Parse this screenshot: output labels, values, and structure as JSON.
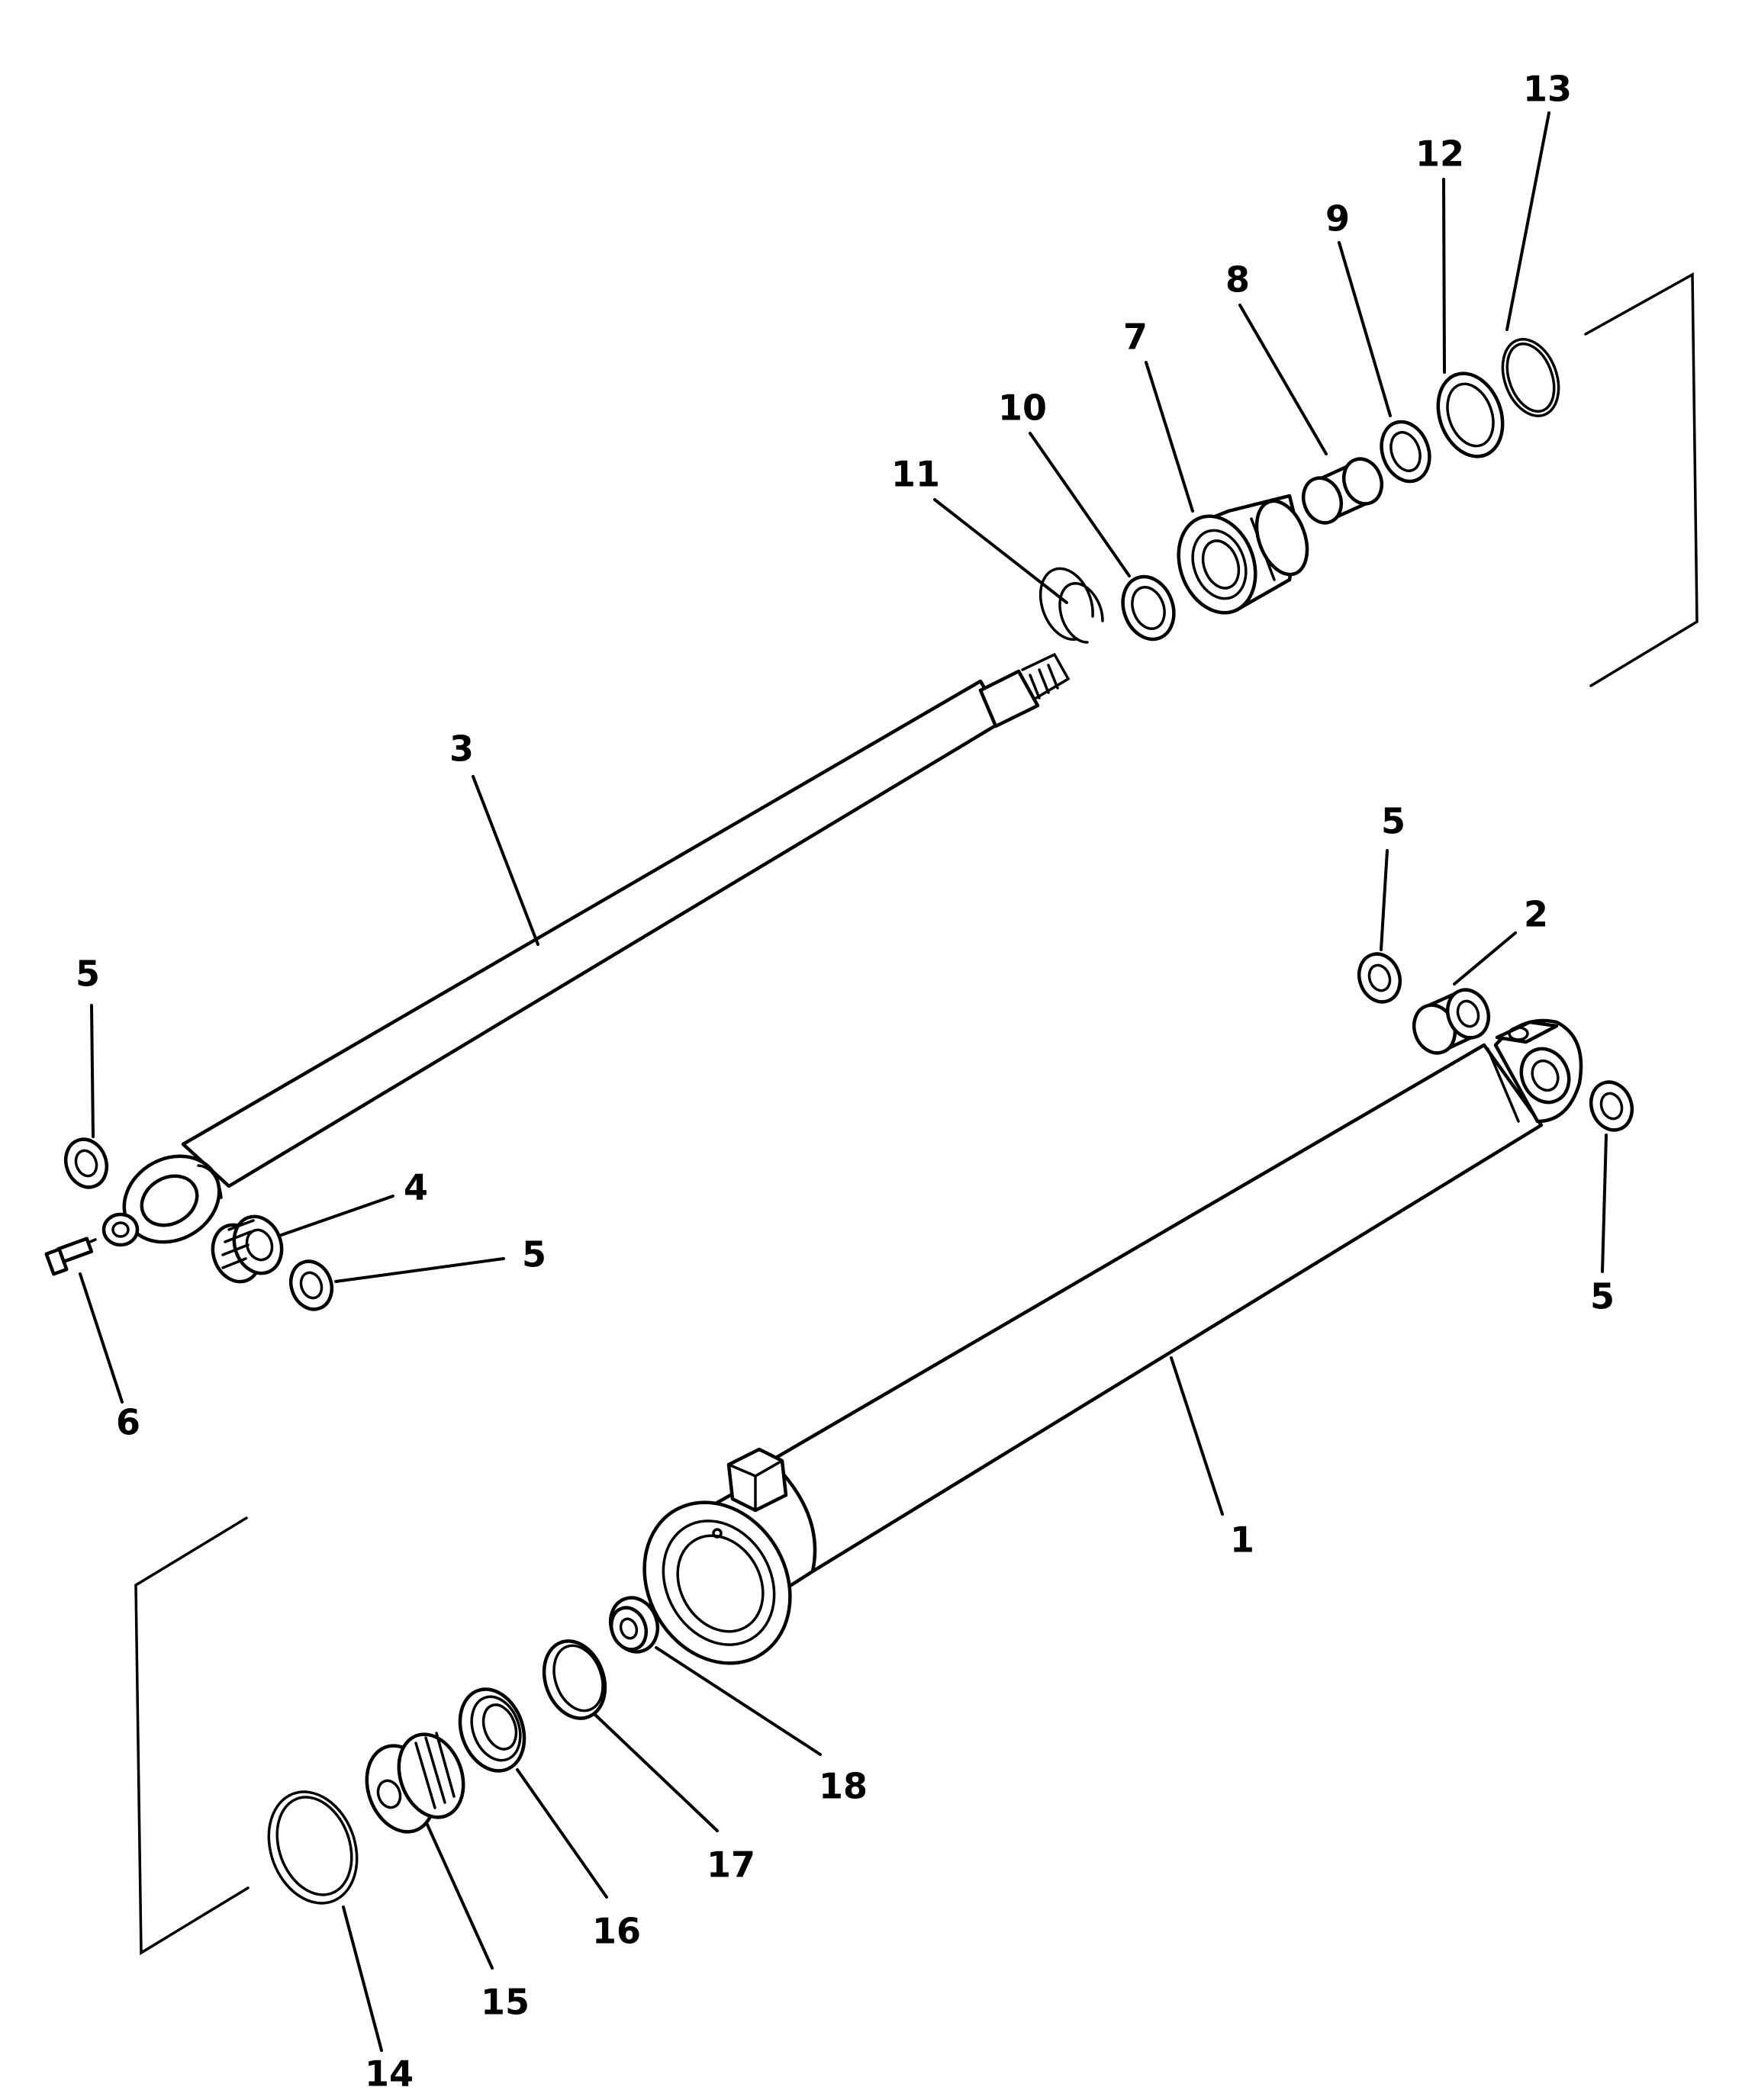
{
  "callouts": [
    {
      "id": "c1",
      "text": "1"
    },
    {
      "id": "c2",
      "text": "2"
    },
    {
      "id": "c3",
      "text": "3"
    },
    {
      "id": "c4",
      "text": "4"
    },
    {
      "id": "c5a",
      "text": "5"
    },
    {
      "id": "c5b",
      "text": "5"
    },
    {
      "id": "c5c",
      "text": "5"
    },
    {
      "id": "c5d",
      "text": "5"
    },
    {
      "id": "c6",
      "text": "6"
    },
    {
      "id": "c7",
      "text": "7"
    },
    {
      "id": "c8",
      "text": "8"
    },
    {
      "id": "c9",
      "text": "9"
    },
    {
      "id": "c10",
      "text": "10"
    },
    {
      "id": "c11",
      "text": "11"
    },
    {
      "id": "c12",
      "text": "12"
    },
    {
      "id": "c13",
      "text": "13"
    },
    {
      "id": "c14",
      "text": "14"
    },
    {
      "id": "c15",
      "text": "15"
    },
    {
      "id": "c16",
      "text": "16"
    },
    {
      "id": "c17",
      "text": "17"
    },
    {
      "id": "c18",
      "text": "18"
    }
  ]
}
